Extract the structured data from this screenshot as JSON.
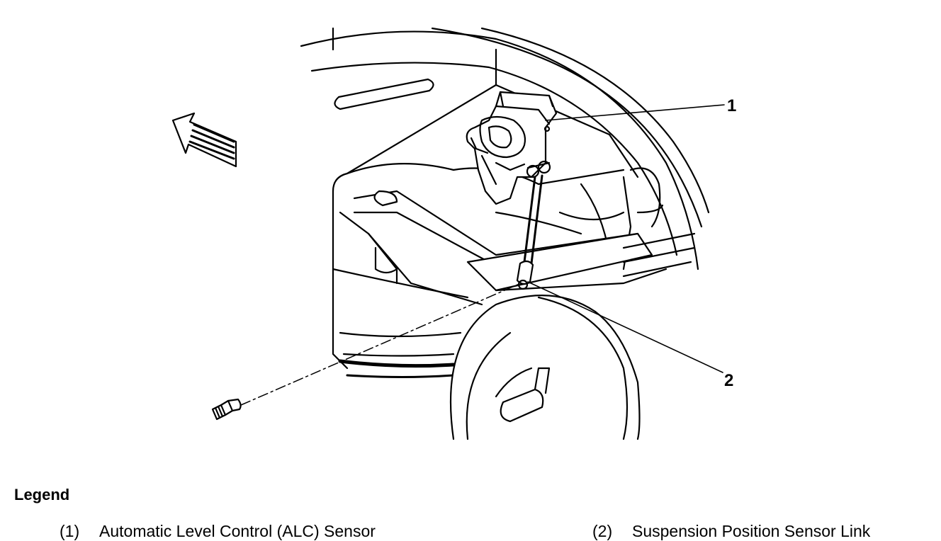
{
  "callouts": [
    {
      "number": "1"
    },
    {
      "number": "2"
    }
  ],
  "legend": {
    "title": "Legend",
    "items": [
      {
        "number": "(1)",
        "label": "Automatic Level Control (ALC) Sensor"
      },
      {
        "number": "(2)",
        "label": "Suspension Position Sensor Link"
      }
    ]
  },
  "icons": {
    "direction_arrow": "arrow-forward-icon",
    "bolt": "bolt-icon"
  },
  "colors": {
    "line": "#000000",
    "background": "#ffffff"
  }
}
